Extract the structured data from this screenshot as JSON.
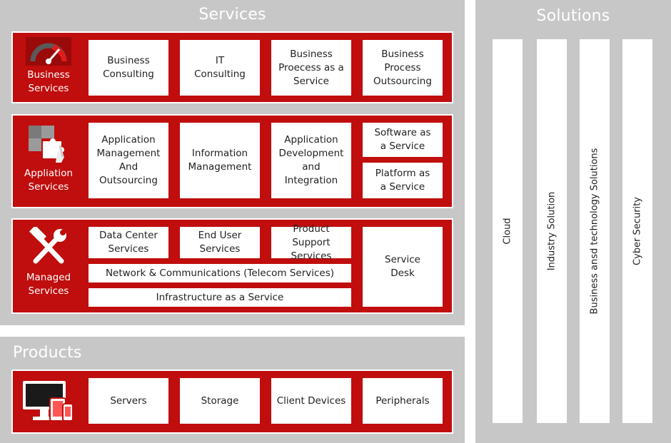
{
  "services": {
    "title": "Services",
    "business": {
      "label": "Business\nServices",
      "boxes": [
        "Business\nConsulting",
        "IT\nConsulting",
        "Business\nProecess as a\nService",
        "Business\nProcess\nOutsourcing"
      ]
    },
    "application": {
      "label": "Appliation\nServices",
      "boxes": [
        "Application\nManagement\nAnd\nOutsourcing",
        "Information\nManagement",
        "Application\nDevelopment\nand\nIntegration",
        "Software as\na Service",
        "Platform as\na Service"
      ]
    },
    "managed": {
      "label": "Managed\nServices",
      "boxes": [
        "Data Center\nServices",
        "End User\nServices",
        "Product Support\nServices",
        "Service\nDesk",
        "Network & Communications (Telecom Services)",
        "Infrastructure as a Service"
      ]
    }
  },
  "products": {
    "title": "Products",
    "boxes": [
      "Servers",
      "Storage",
      "Client Devices",
      "Peripherals"
    ]
  },
  "solutions": {
    "title": "Solutions",
    "columns": [
      "Cloud",
      "Industry Solution",
      "Business ansd technology Solutions",
      "Cyber Security"
    ]
  },
  "colors": {
    "panel": "#c7c7c7",
    "accent": "#c00d0d",
    "box": "#ffffff"
  },
  "icons": [
    "speedometer-icon",
    "puzzle-hand-icon",
    "wrench-hammer-icon",
    "devices-icon"
  ]
}
